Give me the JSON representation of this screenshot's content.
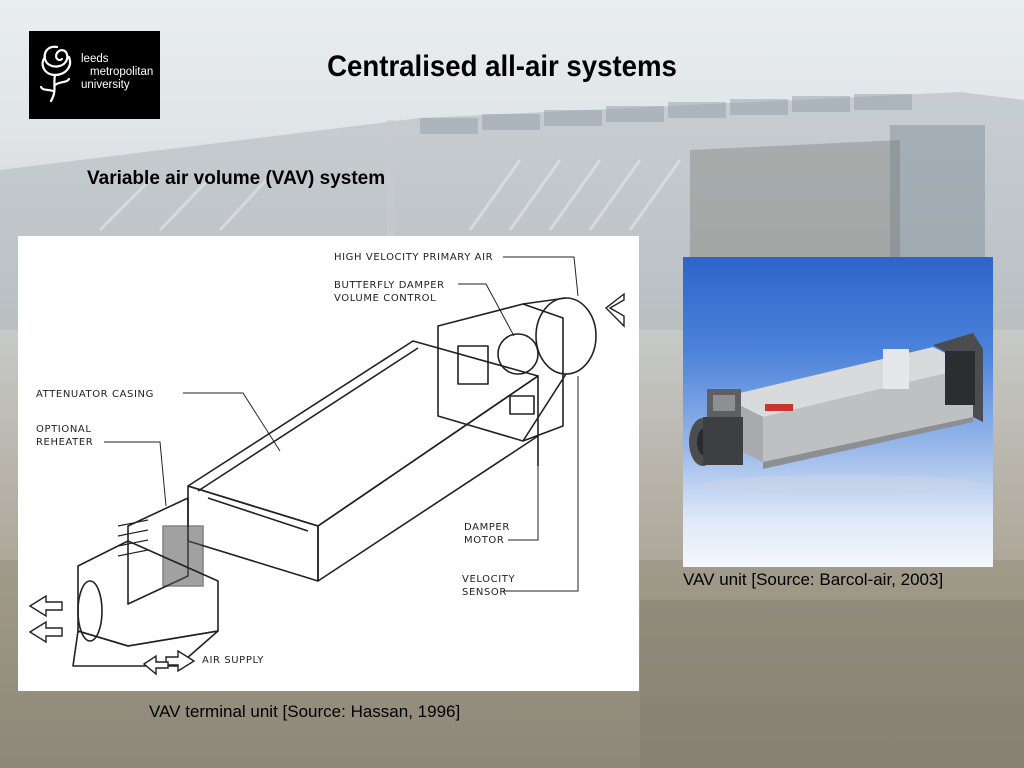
{
  "logo": {
    "line1": "leeds",
    "line2": "metropolitan",
    "line3": "university"
  },
  "title": "Centralised all-air systems",
  "subtitle": "Variable air volume (VAV) system",
  "diagram": {
    "labels": {
      "high_velocity": "HIGH VELOCITY PRIMARY AIR",
      "butterfly_1": "BUTTERFLY DAMPER",
      "butterfly_2": "VOLUME CONTROL",
      "attenuator": "ATTENUATOR CASING",
      "reheater_1": "OPTIONAL",
      "reheater_2": "REHEATER",
      "damper_1": "DAMPER",
      "damper_2": "MOTOR",
      "velocity_1": "VELOCITY",
      "velocity_2": "SENSOR",
      "air_supply": "AIR SUPPLY"
    },
    "caption": "VAV terminal unit [Source: Hassan, 1996]"
  },
  "photo": {
    "caption": "VAV unit [Source: Barcol-air, 2003]"
  }
}
